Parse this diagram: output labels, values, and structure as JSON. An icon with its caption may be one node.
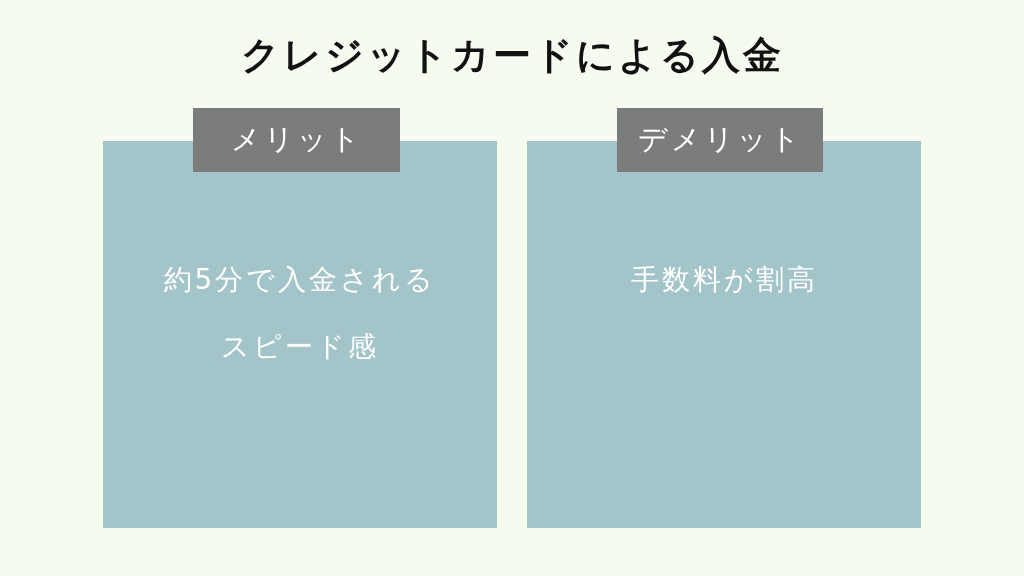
{
  "diagram": {
    "title": "クレジットカードによる入金",
    "nodes": [
      {
        "text": [
          "メリット"
        ]
      },
      {
        "text": [
          "約5分で入金されるスピード感"
        ]
      },
      {
        "text": [
          "デメリット"
        ]
      },
      {
        "text": [
          "手数料が割高"
        ]
      }
    ]
  }
}
